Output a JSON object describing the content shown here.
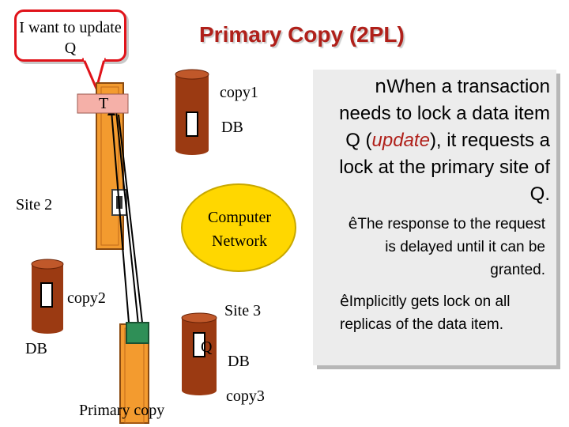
{
  "slide": {
    "title": "Primary Copy (2PL)",
    "callout": "I want to update Q"
  },
  "diagram": {
    "site2_label": "Site 2",
    "site3_label": "Site 3",
    "network_label": "Computer Network",
    "transaction_label": "T",
    "item_label": "Q",
    "databases": [
      {
        "copy": "copy1",
        "db": "DB"
      },
      {
        "copy": "copy2",
        "db": "DB"
      },
      {
        "copy": "copy3",
        "db": "DB"
      }
    ],
    "primary_label": "Primary copy"
  },
  "text_panel": {
    "main_pre": "n",
    "main_a": "When a transaction needs to lock a data item Q (",
    "main_emph": "update",
    "main_b": "), it requests a lock at the primary site of Q.",
    "bullets": [
      {
        "mark": "ê",
        "text": "The response to the request is delayed until it can be granted."
      },
      {
        "mark": "ê",
        "text": "Implicitly gets lock on all replicas of the data item."
      }
    ]
  },
  "colors": {
    "title": "#b0201a",
    "callout_border": "#e0131a",
    "network": "#ffd700",
    "db_cylinder": "#9b3a12",
    "site_tower": "#f39b2f",
    "transaction_box": "#f5b0a8",
    "item_box": "#2f8f57",
    "panel_bg": "#ececec"
  }
}
